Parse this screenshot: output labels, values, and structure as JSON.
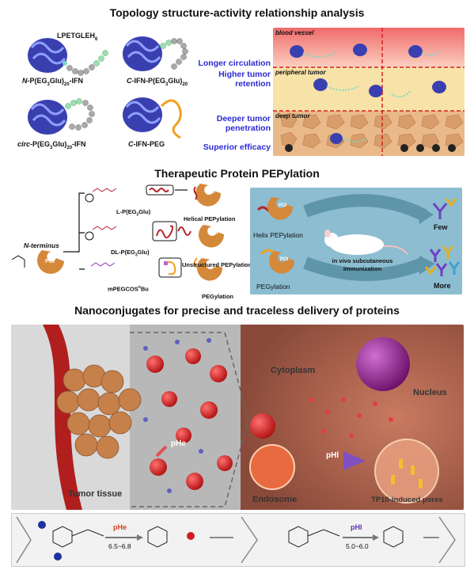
{
  "section1": {
    "title": "Topology structure-activity relationship analysis",
    "tag": "LPETGLEH",
    "tag_sub": "6",
    "constructs": [
      {
        "name_pre": "N",
        "name_post": "-P(EG",
        "sub1": "3",
        "mid": "Glu)",
        "sub2": "20",
        "tail": "-IFN"
      },
      {
        "name_pre": "C",
        "name_post": "-IFN-P(EG",
        "sub1": "3",
        "mid": "Glu)",
        "sub2": "20",
        "tail": ""
      },
      {
        "name_pre": "circ",
        "name_post": "-P(EG",
        "sub1": "3",
        "mid": "Glu)",
        "sub2": "20",
        "tail": "-IFN"
      },
      {
        "name_pre": "C",
        "name_post": "-IFN-PEG",
        "sub1": "",
        "mid": "",
        "sub2": "",
        "tail": ""
      }
    ],
    "properties": [
      "Longer circulation",
      "Higher tumor retention",
      "Deeper tumor penetration",
      "Superior efficacy"
    ],
    "zones": [
      "blood vessel",
      "peripheral tumor",
      "deep tumor"
    ]
  },
  "section2": {
    "title": "Therapeutic Protein PEPylation",
    "n_terminus": "N-terminus",
    "poi": "POI",
    "polymers": [
      {
        "label_pre": "L-P(EG",
        "sub": "3",
        "label_post": "Glu)"
      },
      {
        "label_pre": "DL-P(EG",
        "sub": "3",
        "label_post": "Glu)"
      },
      {
        "label_pre": "mPEGCOS",
        "sub": "n",
        "label_post": "Bu"
      }
    ],
    "products": [
      "Helical PEPylation",
      "Unstructured PEPylation",
      "PEGylation"
    ],
    "right_panel": {
      "helix_label": "Helix PEPylation",
      "peg_label": "PEGylation",
      "few": "Few",
      "more": "More",
      "immunization": "in vivo subcutaneous immunization"
    },
    "colors": {
      "poi": "#d4883a",
      "helix": "#b8232a",
      "panel_bg": "#7fb3c8"
    }
  },
  "section3": {
    "title": "Nanoconjugates for precise and traceless delivery of proteins",
    "labels": {
      "tumor_tissue": "Tumor tissue",
      "cytoplasm": "Cytoplasm",
      "nucleus": "Nucleus",
      "endosome": "Endosome",
      "pores": "TP10-induced pores",
      "ph_e": "pHe",
      "ph_l": "pHl"
    },
    "reactions": [
      {
        "ph": "pHe",
        "range": "6.5~6.8"
      },
      {
        "ph": "pHl",
        "range": "5.0~6.0"
      }
    ]
  }
}
